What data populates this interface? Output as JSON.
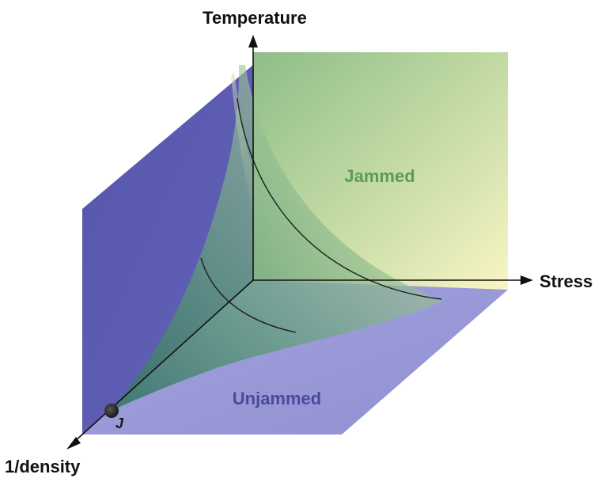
{
  "diagram": {
    "axes": {
      "temperature": "Temperature",
      "stress": "Stress",
      "inverse_density": "1/density"
    },
    "regions": {
      "jammed": "Jammed",
      "unjammed": "Unjammed"
    },
    "point": {
      "label": "J"
    },
    "colors": {
      "jammed_text": "#5e9a5c",
      "unjammed_text": "#4a4a9a",
      "left_plane": "#5b5bb0",
      "bottom_plane": "#9a9ada",
      "back_plane_yellow": "#f7f3c0",
      "back_plane_green": "#8fbf86",
      "surface_green": "#7fb486"
    }
  }
}
